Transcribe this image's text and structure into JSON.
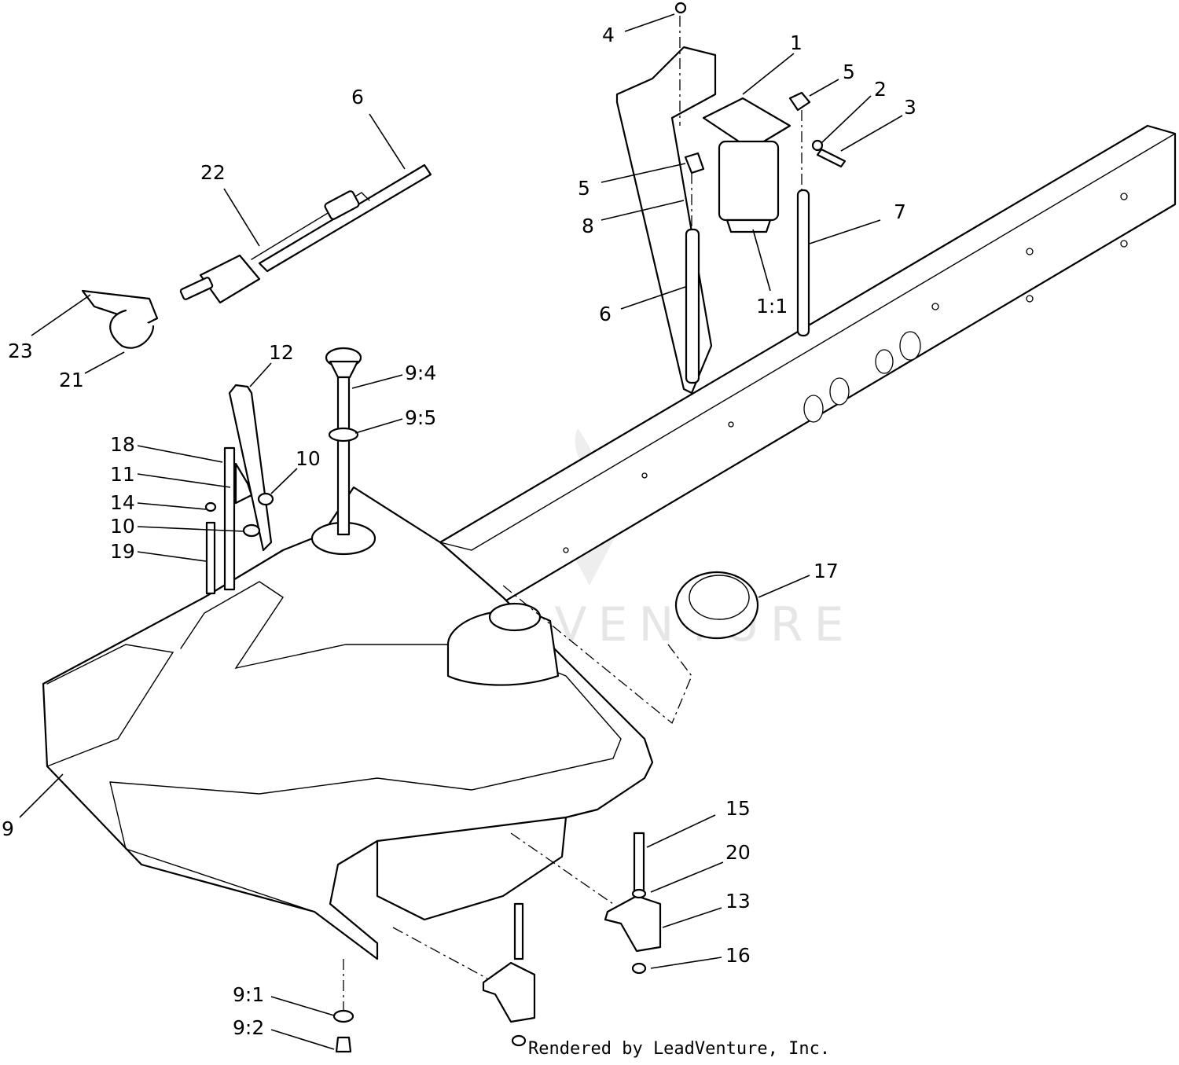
{
  "diagram": {
    "callouts": {
      "c1": "1",
      "c2": "2",
      "c3": "3",
      "c4": "4",
      "c5a": "5",
      "c5b": "5",
      "c6a": "6",
      "c6b": "6",
      "c7": "7",
      "c8": "8",
      "c1_1": "1:1",
      "c22": "22",
      "c23": "23",
      "c21": "21",
      "c12": "12",
      "c9_4": "9:4",
      "c9_5": "9:5",
      "c18": "18",
      "c11": "11",
      "c10a": "10",
      "c14": "14",
      "c10b": "10",
      "c19": "19",
      "c17": "17",
      "c9": "9",
      "c15": "15",
      "c20": "20",
      "c13": "13",
      "c16": "16",
      "c9_1": "9:1",
      "c9_2": "9:2"
    },
    "watermark": "LEADVENTURE",
    "credit": "Rendered by LeadVenture, Inc."
  }
}
